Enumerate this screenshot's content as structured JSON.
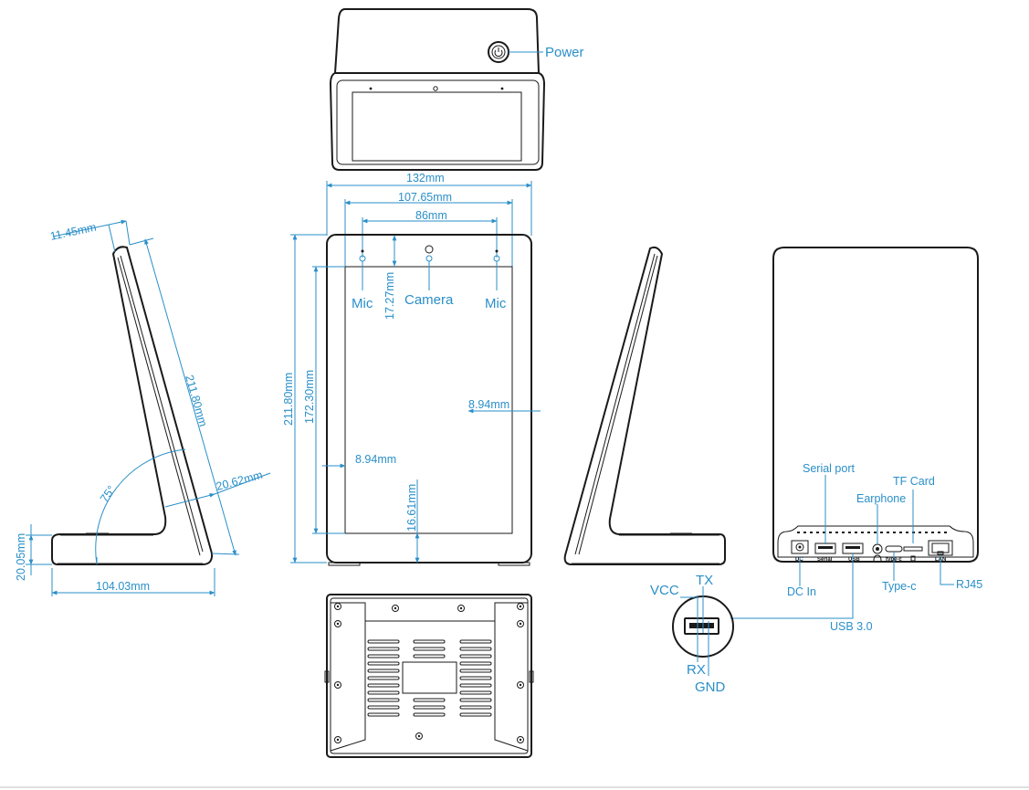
{
  "top_view": {
    "power_label": "Power"
  },
  "front_view": {
    "width_total": "132mm",
    "width_screen": "107.65mm",
    "mic_spacing": "86mm",
    "height_total": "211.80mm",
    "height_screen": "172.30mm",
    "top_bezel": "17.27mm",
    "bottom_bezel": "16.61mm",
    "side_bezel_left": "8.94mm",
    "side_bezel_right": "8.94mm",
    "mic_left": "Mic",
    "mic_right": "Mic",
    "camera": "Camera"
  },
  "side_view": {
    "thickness": "11.45mm",
    "panel_length": "211.80mm",
    "base_depth": "20.62mm",
    "angle": "75°",
    "base_height": "20.05mm",
    "base_length": "104.03mm"
  },
  "rear_view": {
    "ports": {
      "serial": "Serial port",
      "tf_card": "TF Card",
      "earphone": "Earphone",
      "dc_in": "DC In",
      "type_c": "Type-c",
      "rj45": "RJ45",
      "usb3": "USB 3.0"
    },
    "port_markings": {
      "dc": "DC",
      "serial": "Serial",
      "usb": "USB",
      "typec": "type-c",
      "lan": "LAN"
    },
    "pinout": {
      "vcc": "VCC",
      "tx": "TX",
      "rx": "RX",
      "gnd": "GND"
    }
  }
}
